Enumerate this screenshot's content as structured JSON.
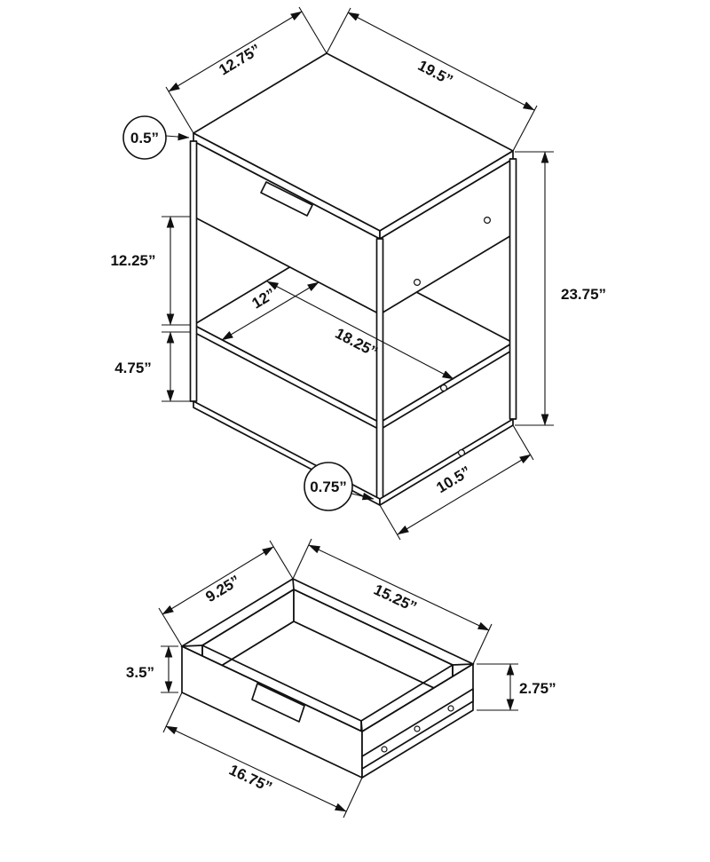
{
  "table_view": {
    "top_width": "12.75”",
    "top_depth": "19.5”",
    "top_thickness": "0.5”",
    "open_space_height": "12.25”",
    "shelf_clearance": "4.75”",
    "shelf_width": "12”",
    "shelf_depth": "18.25”",
    "overall_height": "23.75”",
    "frame_thickness": "0.75”",
    "base_depth": "10.5”"
  },
  "drawer_view": {
    "inner_width": "9.25”",
    "inner_length": "15.25”",
    "side_height": "3.5”",
    "front_height": "2.75”",
    "outer_length": "16.75”"
  }
}
